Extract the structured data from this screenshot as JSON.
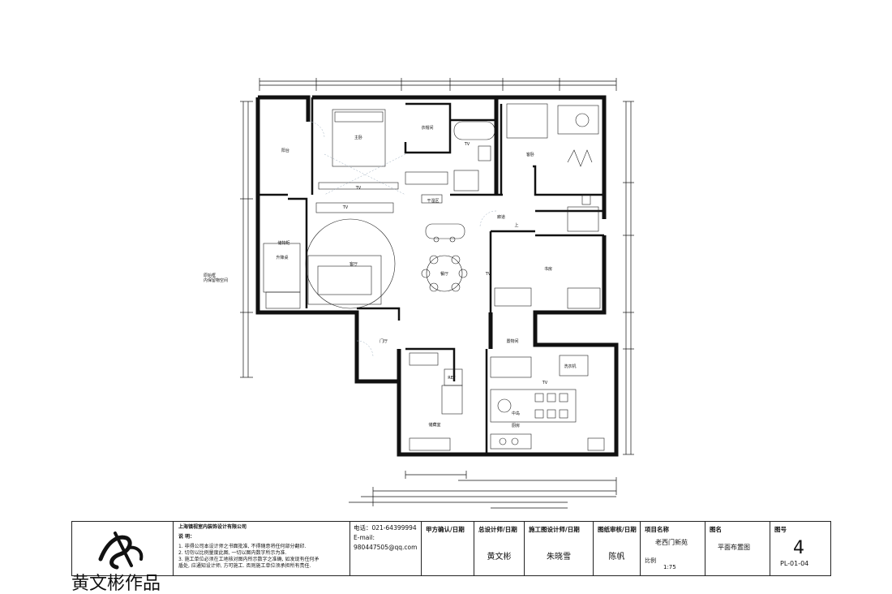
{
  "rooms": {
    "balcony": "阳台",
    "master_bedroom": "主卧",
    "walk_in_closet": "衣帽间",
    "tv_master": "TV",
    "tv_bath": "TV",
    "tv_living": "TV",
    "tv_study": "TV",
    "tv_kitchen": "TV",
    "guest_bedroom": "客卧",
    "corridor": "廊道",
    "laundry": "干湿区",
    "study": "书房",
    "storage_cabinet": "储物柜",
    "ref": "REF",
    "fitting_table": "升降桌",
    "living_room": "客厅",
    "dining_room": "餐厅",
    "kitchen": "厨房",
    "pantry": "储藏室",
    "entry_door": "门厅",
    "island": "中岛",
    "washer": "洗衣机",
    "storage_room": "置物间",
    "side_note": "原始框\n内保留物空间",
    "up": "上"
  },
  "title_block": {
    "company": "上海镇视室内装饰设计有限公司",
    "notes_title": "说  明：",
    "notes": [
      "1. 非得公司本设计师之书面批准, 不得随意将任何部分翻印.",
      "2. 切勿以比例量度此图, 一切以图内数字所示为准.",
      "3. 施工单位必须在工地核对图内所示数字之准确, 如发现有任何矛",
      "   盾处, 应通知设计师, 方可施工. 否则施工单位须承担所有责任."
    ],
    "phone": "电话：021-64399994",
    "email_label": "E-mail:",
    "email": "980447505@qq.com",
    "client_confirm": "甲方确认/日期",
    "chief_designer_label": "总设计师/日期",
    "chief_designer": "黄文彬",
    "drawing_designer_label": "施工图设计师/日期",
    "drawing_designer": "朱晓雪",
    "reviewer_label": "图纸审核/日期",
    "reviewer": "陈帆",
    "project_label": "项目名称",
    "project": "老西门新苑",
    "scale_label": "比例",
    "scale": "1:75",
    "drawing_name_label": "图名",
    "drawing_name": "平面布置图",
    "drawing_no_label": "图号",
    "drawing_no": "4",
    "drawing_code": "PL-01-04"
  },
  "watermark": "黄文彬作品"
}
